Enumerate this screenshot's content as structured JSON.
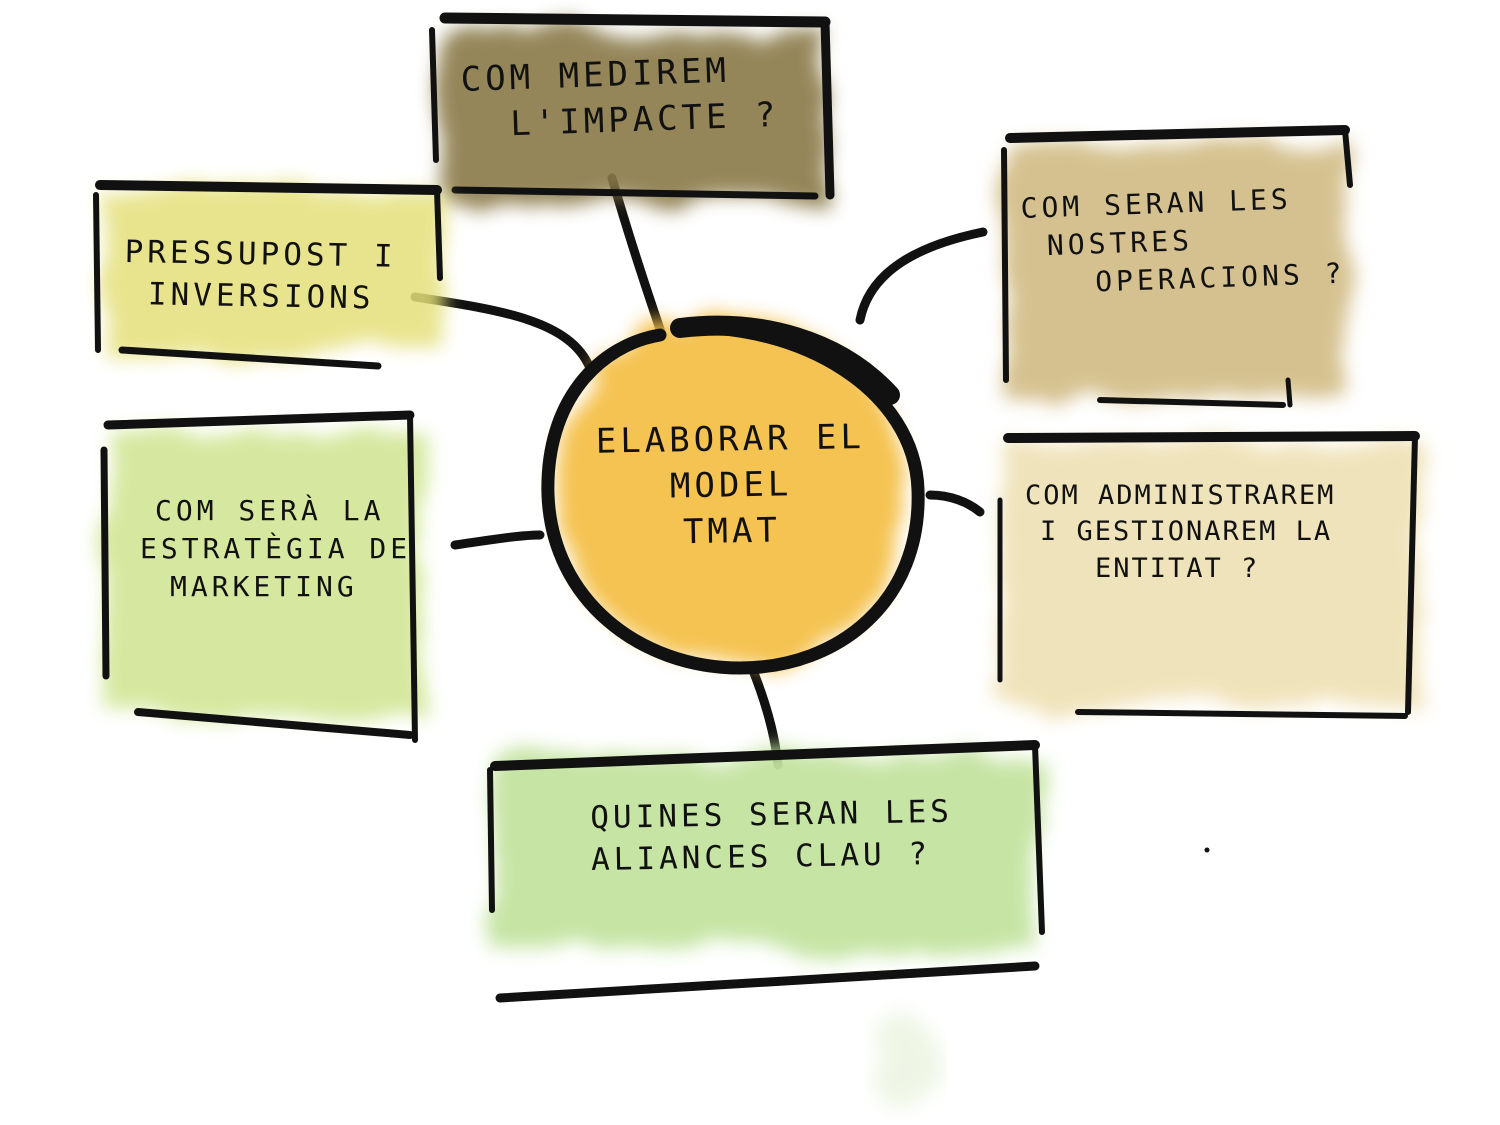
{
  "center": {
    "lines": [
      "ELABORAR EL",
      "MODEL",
      "TMAT"
    ],
    "fill": "#f4c04a"
  },
  "nodes": [
    {
      "id": "impacte",
      "lines": [
        "COM MEDIREM",
        "L'IMPACTE ?"
      ],
      "fill": "#8a7a4a"
    },
    {
      "id": "pressupost",
      "lines": [
        "PRESSUPOST I",
        "INVERSIONS"
      ],
      "fill": "#e4e07a"
    },
    {
      "id": "operacions",
      "lines": [
        "COM SERAN LES",
        "NOSTRES",
        "OPERACIONS ?"
      ],
      "fill": "#c8ad6a"
    },
    {
      "id": "marketing",
      "lines": [
        "COM SERÀ LA",
        "ESTRATÈGIA DE",
        "MARKETING"
      ],
      "fill": "#cfe48f"
    },
    {
      "id": "administrarem",
      "lines": [
        "COM ADMINISTRAREM",
        "I GESTIONAREM LA",
        "ENTITAT ?"
      ],
      "fill": "#efe2b8"
    },
    {
      "id": "aliances",
      "lines": [
        "QUINES SERAN LES",
        "ALIANCES CLAU ?"
      ],
      "fill": "#c4e3a0"
    }
  ],
  "colors": {
    "ink": "#111111"
  }
}
